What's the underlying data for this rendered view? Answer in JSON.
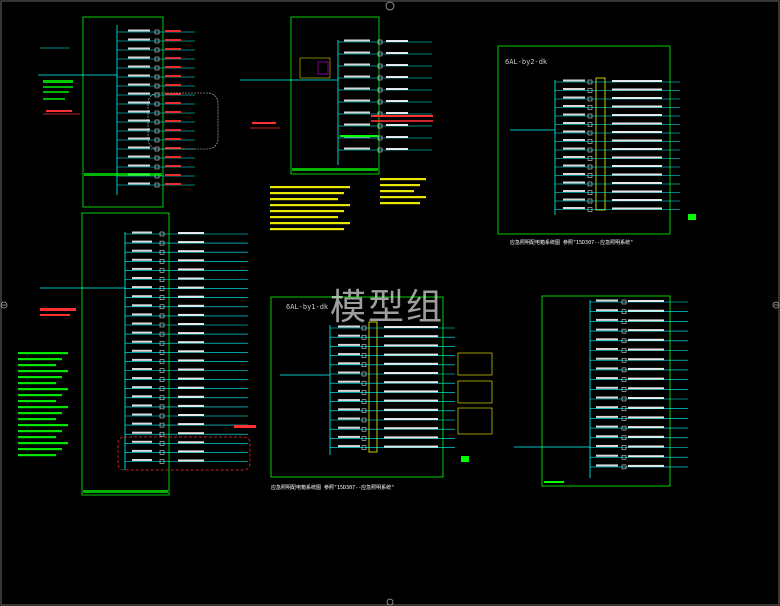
{
  "watermark": "模型组",
  "border_marker_top": "④",
  "panels": {
    "bg2": {
      "title": "6AL-by2-dk"
    },
    "bg1": {
      "title": "6AL-by1-dk"
    }
  },
  "captions": {
    "bg2": "应急照明配电箱系统图 参照\"15D307--应急照明系统\"",
    "bg1": "应急照明配电箱系统图 参照\"15D307--应急照明系统\""
  },
  "colors": {
    "background": "#000000",
    "frame": "#00ff00",
    "wire": "#00ffff",
    "label": "#ffffff",
    "red": "#ff3030",
    "magenta": "#ff00ff",
    "yellow": "#ffff00"
  }
}
